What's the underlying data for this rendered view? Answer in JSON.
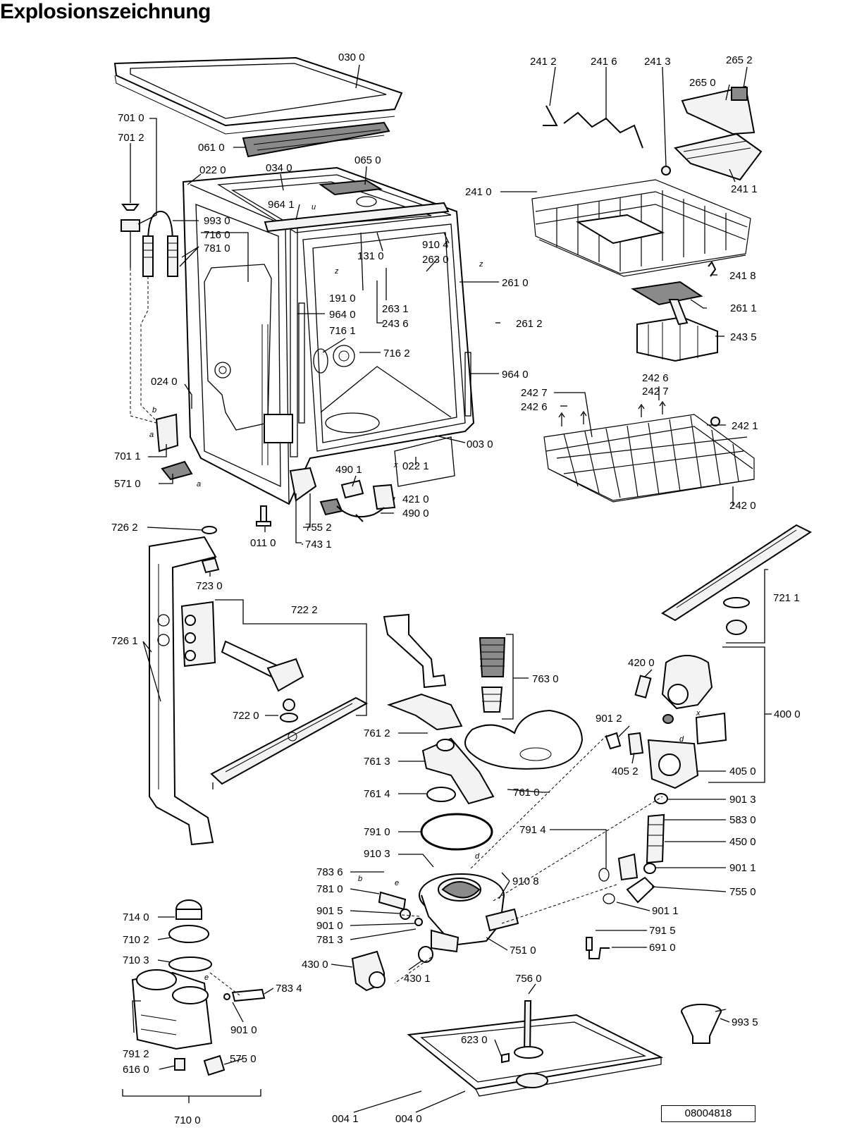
{
  "title": "Explosionszeichnung",
  "drawing_number": "08004818",
  "part_labels": [
    {
      "id": "p0300",
      "text": "030 0"
    },
    {
      "id": "p2412",
      "text": "241 2"
    },
    {
      "id": "p2416",
      "text": "241 6"
    },
    {
      "id": "p2413",
      "text": "241 3"
    },
    {
      "id": "p2652",
      "text": "265 2"
    },
    {
      "id": "p2650",
      "text": "265 0"
    },
    {
      "id": "p7010",
      "text": "701 0"
    },
    {
      "id": "p7012",
      "text": "701 2"
    },
    {
      "id": "p0610",
      "text": "061 0"
    },
    {
      "id": "p0220",
      "text": "022 0"
    },
    {
      "id": "p0340",
      "text": "034 0"
    },
    {
      "id": "p0650",
      "text": "065 0"
    },
    {
      "id": "p2410",
      "text": "241 0"
    },
    {
      "id": "p2411",
      "text": "241 1"
    },
    {
      "id": "p9641a",
      "text": "964 1"
    },
    {
      "id": "p9930",
      "text": "993 0"
    },
    {
      "id": "p7160",
      "text": "716 0"
    },
    {
      "id": "p7810a",
      "text": "781 0"
    },
    {
      "id": "p9104",
      "text": "910 4"
    },
    {
      "id": "p1310",
      "text": "131 0"
    },
    {
      "id": "p2630",
      "text": "263 0"
    },
    {
      "id": "p2418",
      "text": "241 8"
    },
    {
      "id": "p2610",
      "text": "261 0"
    },
    {
      "id": "p1910",
      "text": "191 0"
    },
    {
      "id": "p2631",
      "text": "263 1"
    },
    {
      "id": "p9640a",
      "text": "964 0"
    },
    {
      "id": "p2611",
      "text": "261 1"
    },
    {
      "id": "p2436",
      "text": "243 6"
    },
    {
      "id": "p2612",
      "text": "261 2"
    },
    {
      "id": "p7161",
      "text": "716 1"
    },
    {
      "id": "p2435",
      "text": "243 5"
    },
    {
      "id": "p7162",
      "text": "716 2"
    },
    {
      "id": "p9640b",
      "text": "964 0"
    },
    {
      "id": "p2426a",
      "text": "242 6"
    },
    {
      "id": "p0240",
      "text": "024 0"
    },
    {
      "id": "p2427a",
      "text": "242 7"
    },
    {
      "id": "p2427b",
      "text": "242 7"
    },
    {
      "id": "p2426b",
      "text": "242 6"
    },
    {
      "id": "p2421",
      "text": "242 1"
    },
    {
      "id": "p0030",
      "text": "003 0"
    },
    {
      "id": "p7011",
      "text": "701 1"
    },
    {
      "id": "p4901",
      "text": "490 1"
    },
    {
      "id": "p0221",
      "text": "022 1"
    },
    {
      "id": "p5710",
      "text": "571 0"
    },
    {
      "id": "p4210",
      "text": "421 0"
    },
    {
      "id": "p4900",
      "text": "490 0"
    },
    {
      "id": "p2420",
      "text": "242 0"
    },
    {
      "id": "p7552",
      "text": "755 2"
    },
    {
      "id": "p7262",
      "text": "726 2"
    },
    {
      "id": "p0110",
      "text": "011 0"
    },
    {
      "id": "p7431",
      "text": "743 1"
    },
    {
      "id": "p7230",
      "text": "723 0"
    },
    {
      "id": "p7222",
      "text": "722 2"
    },
    {
      "id": "p7211",
      "text": "721 1"
    },
    {
      "id": "p7261",
      "text": "726 1"
    },
    {
      "id": "p7630",
      "text": "763 0"
    },
    {
      "id": "p4200",
      "text": "420 0"
    },
    {
      "id": "p7220",
      "text": "722 0"
    },
    {
      "id": "p9012a",
      "text": "901 2"
    },
    {
      "id": "p4000",
      "text": "400 0"
    },
    {
      "id": "p7612",
      "text": "761 2"
    },
    {
      "id": "p7613",
      "text": "761 3"
    },
    {
      "id": "p4052",
      "text": "405 2"
    },
    {
      "id": "p4050",
      "text": "405 0"
    },
    {
      "id": "p7614",
      "text": "761 4"
    },
    {
      "id": "p7610",
      "text": "761 0"
    },
    {
      "id": "p9013",
      "text": "901 3"
    },
    {
      "id": "p7910",
      "text": "791 0"
    },
    {
      "id": "p7914",
      "text": "791 4"
    },
    {
      "id": "p5830",
      "text": "583 0"
    },
    {
      "id": "p9103",
      "text": "910 3"
    },
    {
      "id": "p4500",
      "text": "450 0"
    },
    {
      "id": "p7836",
      "text": "783 6"
    },
    {
      "id": "p9108",
      "text": "910 8"
    },
    {
      "id": "p9011a",
      "text": "901 1"
    },
    {
      "id": "p7810b",
      "text": "781 0"
    },
    {
      "id": "p7550",
      "text": "755 0"
    },
    {
      "id": "p9015",
      "text": "901 5"
    },
    {
      "id": "p9011b",
      "text": "901 1"
    },
    {
      "id": "p7140",
      "text": "714 0"
    },
    {
      "id": "p9010a",
      "text": "901 0"
    },
    {
      "id": "p7915",
      "text": "791 5"
    },
    {
      "id": "p7813",
      "text": "781 3"
    },
    {
      "id": "p7102",
      "text": "710 2"
    },
    {
      "id": "p7510",
      "text": "751 0"
    },
    {
      "id": "p6910",
      "text": "691 0"
    },
    {
      "id": "p7103",
      "text": "710 3"
    },
    {
      "id": "p4300",
      "text": "430 0"
    },
    {
      "id": "p4301",
      "text": "430 1"
    },
    {
      "id": "p7560",
      "text": "756 0"
    },
    {
      "id": "p7834",
      "text": "783 4"
    },
    {
      "id": "p9935",
      "text": "993 5"
    },
    {
      "id": "p6230",
      "text": "623 0"
    },
    {
      "id": "p9010b",
      "text": "901 0"
    },
    {
      "id": "p7912",
      "text": "791 2"
    },
    {
      "id": "p5750",
      "text": "575 0"
    },
    {
      "id": "p6160",
      "text": "616 0"
    },
    {
      "id": "p0041",
      "text": "004 1"
    },
    {
      "id": "p0040",
      "text": "004 0"
    },
    {
      "id": "p7100",
      "text": "710 0"
    }
  ],
  "letter_marks": [
    {
      "id": "m1",
      "text": "u"
    },
    {
      "id": "m2",
      "text": "z"
    },
    {
      "id": "m3",
      "text": "z"
    },
    {
      "id": "m4",
      "text": "x"
    },
    {
      "id": "m5",
      "text": "b"
    },
    {
      "id": "m6",
      "text": "a"
    },
    {
      "id": "m7",
      "text": "a"
    },
    {
      "id": "m8",
      "text": "x"
    },
    {
      "id": "m9",
      "text": "d"
    },
    {
      "id": "m10",
      "text": "d"
    },
    {
      "id": "m11",
      "text": "b"
    },
    {
      "id": "m12",
      "text": "e"
    },
    {
      "id": "m13",
      "text": "e"
    }
  ]
}
